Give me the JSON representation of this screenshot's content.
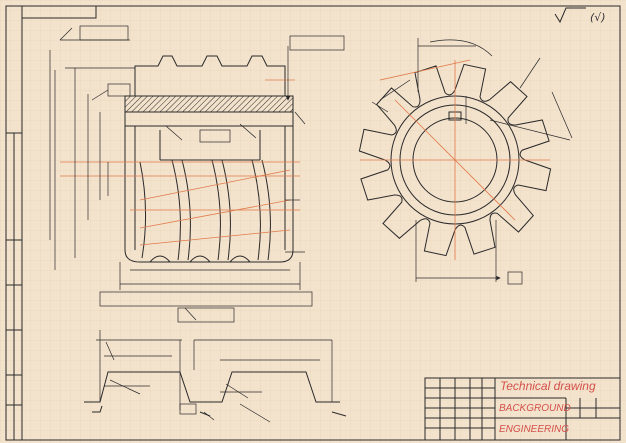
{
  "title_block": {
    "title": "Technical drawing",
    "line1": "BACKGROUND",
    "line2": "ENGINEERING"
  },
  "roughness_symbol": "(√)",
  "colors": {
    "paper": "#f3e2cc",
    "ink": "#2a2a2a",
    "accent": "#e07a4a",
    "title_text": "#d4514a"
  }
}
